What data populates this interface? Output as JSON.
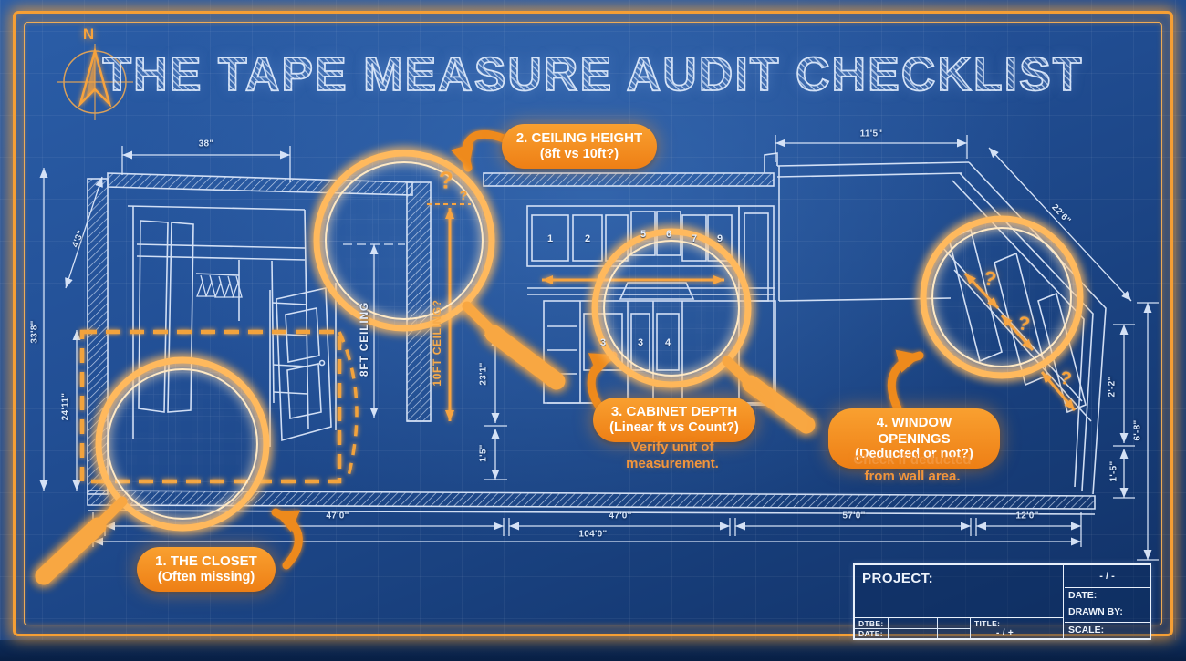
{
  "title": "THE TAPE MEASURE AUDIT CHECKLIST",
  "compass": {
    "north": "N"
  },
  "colors": {
    "accent_orange": "#f59f35",
    "pill_orange": "#ee7f15",
    "blueprint_bg": "#1e4c8f",
    "line": "#dfeafc"
  },
  "callouts": {
    "c1": {
      "title": "1. THE CLOSET",
      "sub": "(Often missing)"
    },
    "c2": {
      "title": "2. CEILING HEIGHT",
      "sub": "(8ft vs 10ft?)"
    },
    "c3": {
      "title": "3. CABINET DEPTH",
      "sub": "(Linear ft vs Count?)",
      "note": "Verify unit of measurement."
    },
    "c4": {
      "title": "4. WINDOW OPENINGS",
      "sub": "(Deducted or not?)",
      "note": "Check if deducted from wall area."
    }
  },
  "annotations": {
    "ceiling8": "8FT CEILING",
    "ceiling10": "10FT CEILING?",
    "question": "?"
  },
  "dimensions": {
    "d38": "38\"",
    "d4_3": "4'3\"",
    "d33_8": "33'8\"",
    "d24_11": "24'11\"",
    "d23_1": "23'1\"",
    "d1_5": "1'5\"",
    "d11_5": "11'5\"",
    "d22_6": "22'6\"",
    "d2_2": "2'-2\"",
    "d6_8": "6'-8\"",
    "d1_5r": "1'-5\"",
    "b47a": "47'0\"",
    "b47b": "47'0\"",
    "b57": "57'0\"",
    "b12": "12'0\"",
    "b104": "104'0\""
  },
  "cabinets": {
    "top": [
      "1",
      "2",
      "5",
      "6",
      "7",
      "9"
    ],
    "bottom": [
      "3",
      "3",
      "4"
    ]
  },
  "titleblock": {
    "project": "PROJECT:",
    "corner": "-  /  -",
    "date": "DATE:",
    "drawn_by": "DRAWN BY:",
    "scale": "SCALE:",
    "small_date1": "DTBE:",
    "small_date2": "DATE:",
    "small_title": "TITLE:",
    "small_fraction": "-  /  +"
  }
}
